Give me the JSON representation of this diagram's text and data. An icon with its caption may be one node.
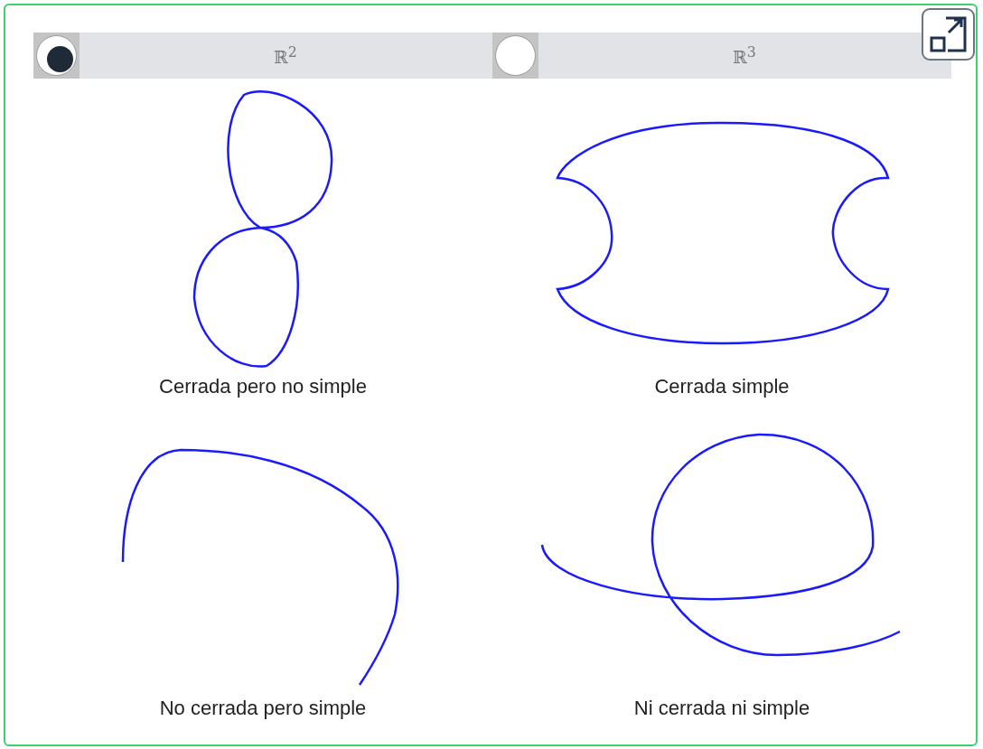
{
  "diagram": {
    "labels": [
      "ℝ$^{2}$",
      "ℝ$^{3}$",
      "Cerrada pero no simple",
      "Cerrada simple",
      "No cerrada pero simple",
      "Ni cerrada ni simple"
    ]
  }
}
